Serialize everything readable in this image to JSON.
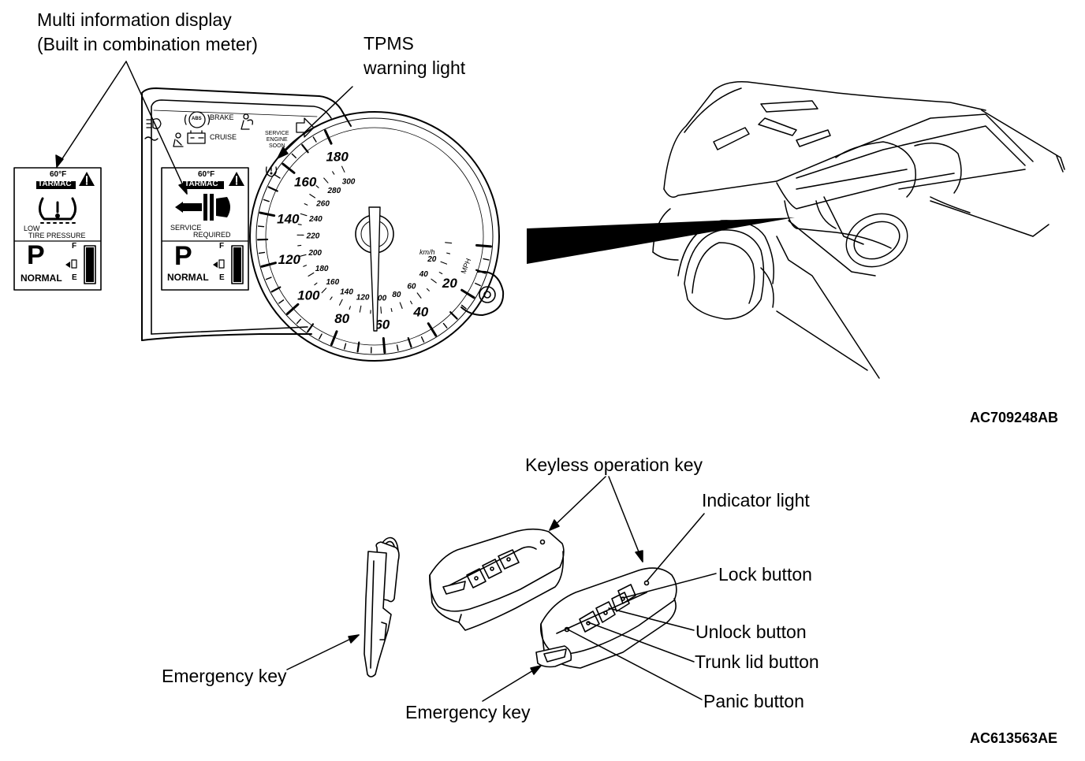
{
  "figure1": {
    "callouts": {
      "mid_line1": "Multi information display",
      "mid_line2": "(Built in combination meter)",
      "tpms_line1": "TPMS",
      "tpms_line2": "warning light"
    },
    "display_left": {
      "temp": "60°F",
      "road": "TARMAC",
      "msg_line1": "LOW",
      "msg_line2": "TIRE PRESSURE",
      "gear": "P",
      "mode": "NORMAL",
      "fuel_full": "F",
      "fuel_empty": "E"
    },
    "display_right": {
      "temp": "60°F",
      "road": "TARMAC",
      "msg_line1": "SERVICE",
      "msg_line2": "REQUIRED",
      "gear": "P",
      "mode": "NORMAL",
      "fuel_full": "F",
      "fuel_empty": "E"
    },
    "telltales": {
      "brake": "BRAKE",
      "abs": "ABS",
      "cruise": "CRUISE",
      "service_line1": "SERVICE",
      "service_line2": "ENGINE",
      "service_line3": "SOON"
    },
    "speedometer": {
      "mph_labels": [
        "20",
        "40",
        "60",
        "80",
        "100",
        "120",
        "140",
        "160",
        "180"
      ],
      "kmh_labels": [
        "20",
        "40",
        "60",
        "80",
        "100",
        "120",
        "140",
        "160",
        "180",
        "200",
        "220",
        "240",
        "260",
        "280",
        "300"
      ],
      "kmh_unit": "km/h",
      "mph_unit": "MPH"
    },
    "code": "AC709248AB"
  },
  "figure2": {
    "callouts": {
      "keyless_key": "Keyless operation key",
      "indicator_light": "Indicator light",
      "lock_button": "Lock button",
      "unlock_button": "Unlock button",
      "trunk_lid_button": "Trunk lid button",
      "panic_button": "Panic button",
      "emergency_key_left": "Emergency key",
      "emergency_key_bottom": "Emergency key"
    },
    "code": "AC613563AE"
  }
}
